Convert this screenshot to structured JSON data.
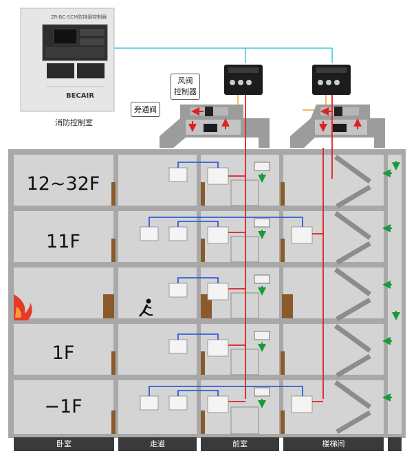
{
  "control_room": {
    "panel_header": "ZR-BC-SCM防排烟控制器",
    "brand": "BECAIR",
    "label": "消防控制室"
  },
  "callouts": {
    "damper_controller": "风阀\n控制器",
    "bypass_valve": "旁通阀"
  },
  "floors": [
    "12~32F",
    "11F",
    "",
    "1F",
    "−1F"
  ],
  "zones": [
    "卧室",
    "走道",
    "前室",
    "楼梯间",
    ""
  ],
  "colors": {
    "signal_blue": "#2b5fd6",
    "signal_red": "#e02020",
    "cyan_line": "#3cc8dc",
    "orange_line": "#f0a020",
    "arrow_green": "#1a9a3a",
    "wall_gray": "#a8a8a8",
    "room_gray": "#d4d4d4"
  }
}
